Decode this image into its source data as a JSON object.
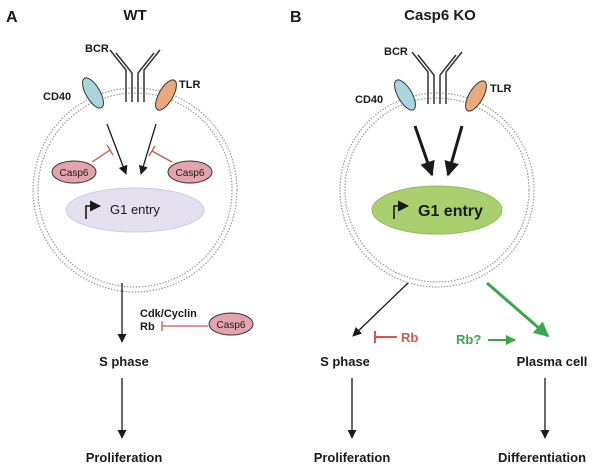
{
  "panel_a": {
    "letter": "A",
    "title": "WT",
    "receptors": {
      "bcr": "BCR",
      "cd40": "CD40",
      "tlr": "TLR"
    },
    "casp6_left": "Casp6",
    "casp6_right": "Casp6",
    "g1_label": "G1 entry",
    "cdk_cyclin": "Cdk/Cyclin",
    "rb": "Rb",
    "casp6_rb": "Casp6",
    "s_phase": "S phase",
    "outcome": "Proliferation"
  },
  "panel_b": {
    "letter": "B",
    "title": "Casp6 KO",
    "receptors": {
      "bcr": "BCR",
      "cd40": "CD40",
      "tlr": "TLR"
    },
    "g1_label": "G1 entry",
    "rb_red": "Rb",
    "rb_green": "Rb?",
    "s_phase": "S phase",
    "plasma_cell": "Plasma cell",
    "outcome_left": "Proliferation",
    "outcome_right": "Differentiation"
  },
  "colors": {
    "cd40": "#a9d6dd",
    "tlr": "#e9a97a",
    "casp6": "#e2a3ae",
    "g1_wt": "#e5e0f0",
    "g1_ko": "#a9cf6e",
    "inhibit": "#d9534f",
    "green_arrow": "#3aa84a"
  }
}
